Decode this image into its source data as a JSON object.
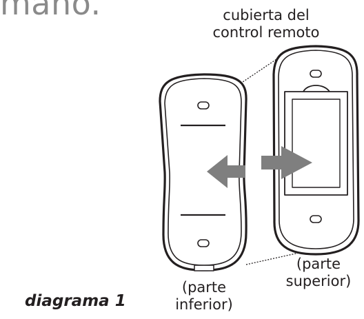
{
  "heading_fragment": "mano.",
  "labels": {
    "cover_line1": "cubierta del",
    "cover_line2": "control remoto",
    "bottom_part_line1": "(parte",
    "bottom_part_line2": "inferior)",
    "top_part_line1": "(parte",
    "top_part_line2": "superior)",
    "diagram": "diagrama 1"
  },
  "colors": {
    "outline": "#231f20",
    "arrow": "#7f7f7f",
    "heading": "#8a8a8a"
  }
}
